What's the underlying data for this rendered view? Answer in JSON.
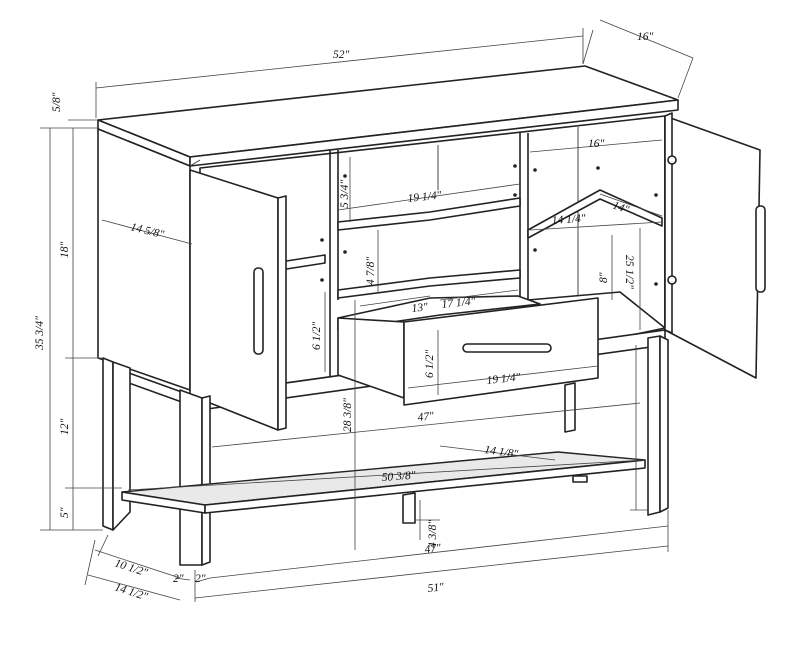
{
  "diagram": {
    "dimensions": {
      "overall_width": "52\"",
      "overall_depth": "16\"",
      "top_thickness": "5/8\"",
      "overall_height": "35 3/4\"",
      "cabinet_height": "18\"",
      "leg_height_upper": "12\"",
      "leg_height_lower": "5\"",
      "door_width": "14 5/8\"",
      "center_shelf_gap": "5 3/4\"",
      "center_shelf_width": "19 1/4\"",
      "center_lower_gap": "4 7/8\"",
      "drawer_depth": "13\"",
      "drawer_width_inner": "17 1/4\"",
      "drawer_side_height": "6 1/2\"",
      "drawer_front_height": "6 1/2\"",
      "drawer_front_width": "19 1/4\"",
      "right_inner_width": "16\"",
      "right_shelf_depth": "14\"",
      "right_shelf_width": "14 1/4\"",
      "right_lower_gap": "8\"",
      "right_cabinet_height": "25 1/2\"",
      "center_height": "28 3/8\"",
      "apron_width": "47\"",
      "bottom_shelf_depth": "14 1/8\"",
      "bottom_shelf_width": "50 3/8\"",
      "stretcher_height": "4 3/8\"",
      "base_inner_width": "47\"",
      "base_outer_width": "51\"",
      "leg_depth_inner": "10 1/2\"",
      "leg_depth_outer": "14 1/2\"",
      "leg_thickness_a": "2\"",
      "leg_thickness_b": "2\""
    }
  }
}
